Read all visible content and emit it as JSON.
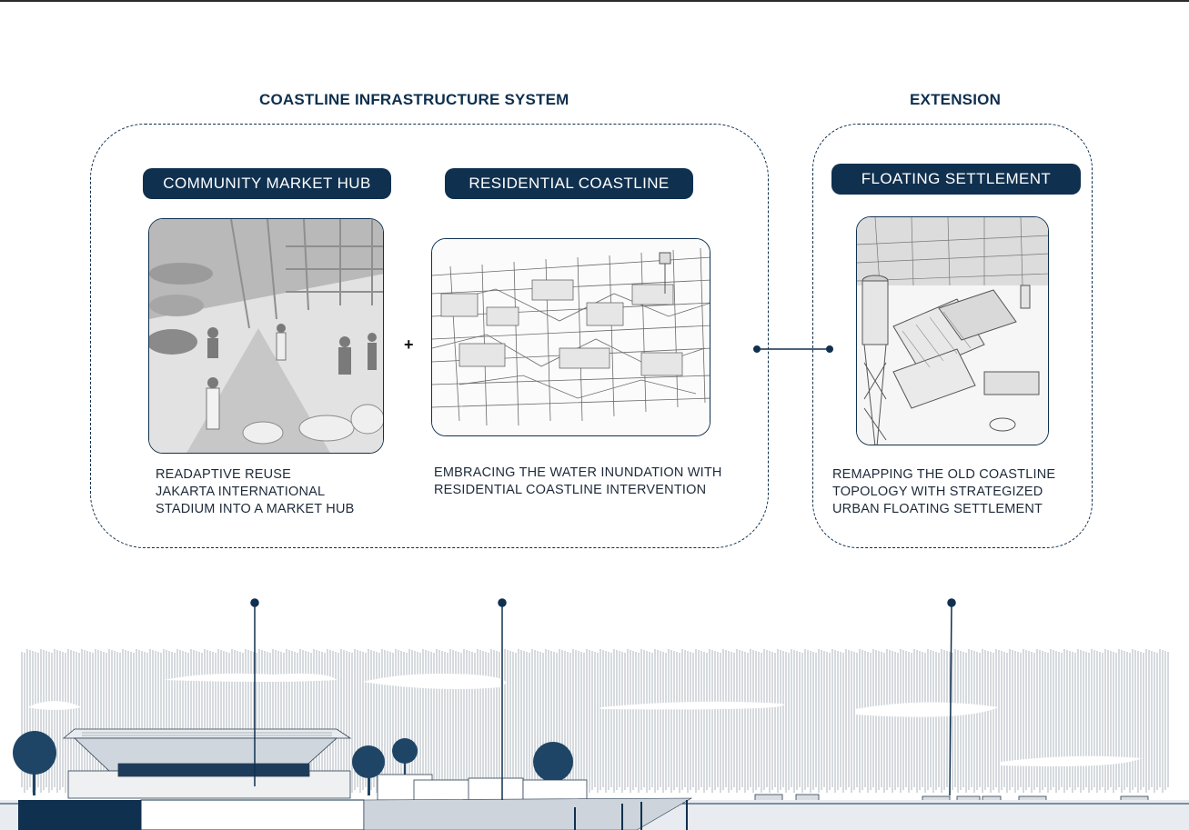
{
  "sections": {
    "coastline": {
      "title": "COASTLINE INFRASTRUCTURE SYSTEM"
    },
    "extension": {
      "title": "EXTENSION"
    }
  },
  "nodes": {
    "market": {
      "label": "COMMUNITY MARKET HUB",
      "lines": [
        "READAPTIVE REUSE",
        "JAKARTA INTERNATIONAL",
        "STADIUM INTO A MARKET HUB"
      ]
    },
    "residential": {
      "label": "RESIDENTIAL COASTLINE",
      "lines": [
        "EMBRACING THE WATER INUNDATION WITH",
        "RESIDENTIAL COASTLINE INTERVENTION"
      ]
    },
    "floating": {
      "label": "FLOATING SETTLEMENT",
      "lines": [
        "REMAPPING THE OLD COASTLINE",
        "TOPOLOGY WITH STRATEGIZED",
        "URBAN FLOATING SETTLEMENT"
      ]
    }
  },
  "connector_symbol": "+",
  "colors": {
    "navy": "#10304f",
    "sky_lines": "#9aa3ad",
    "ground": "#dfe3e8"
  },
  "icons": {
    "market_image": "market-sketch",
    "residential_image": "coastline-sketch",
    "floating_image": "floating-settlement-sketch"
  }
}
